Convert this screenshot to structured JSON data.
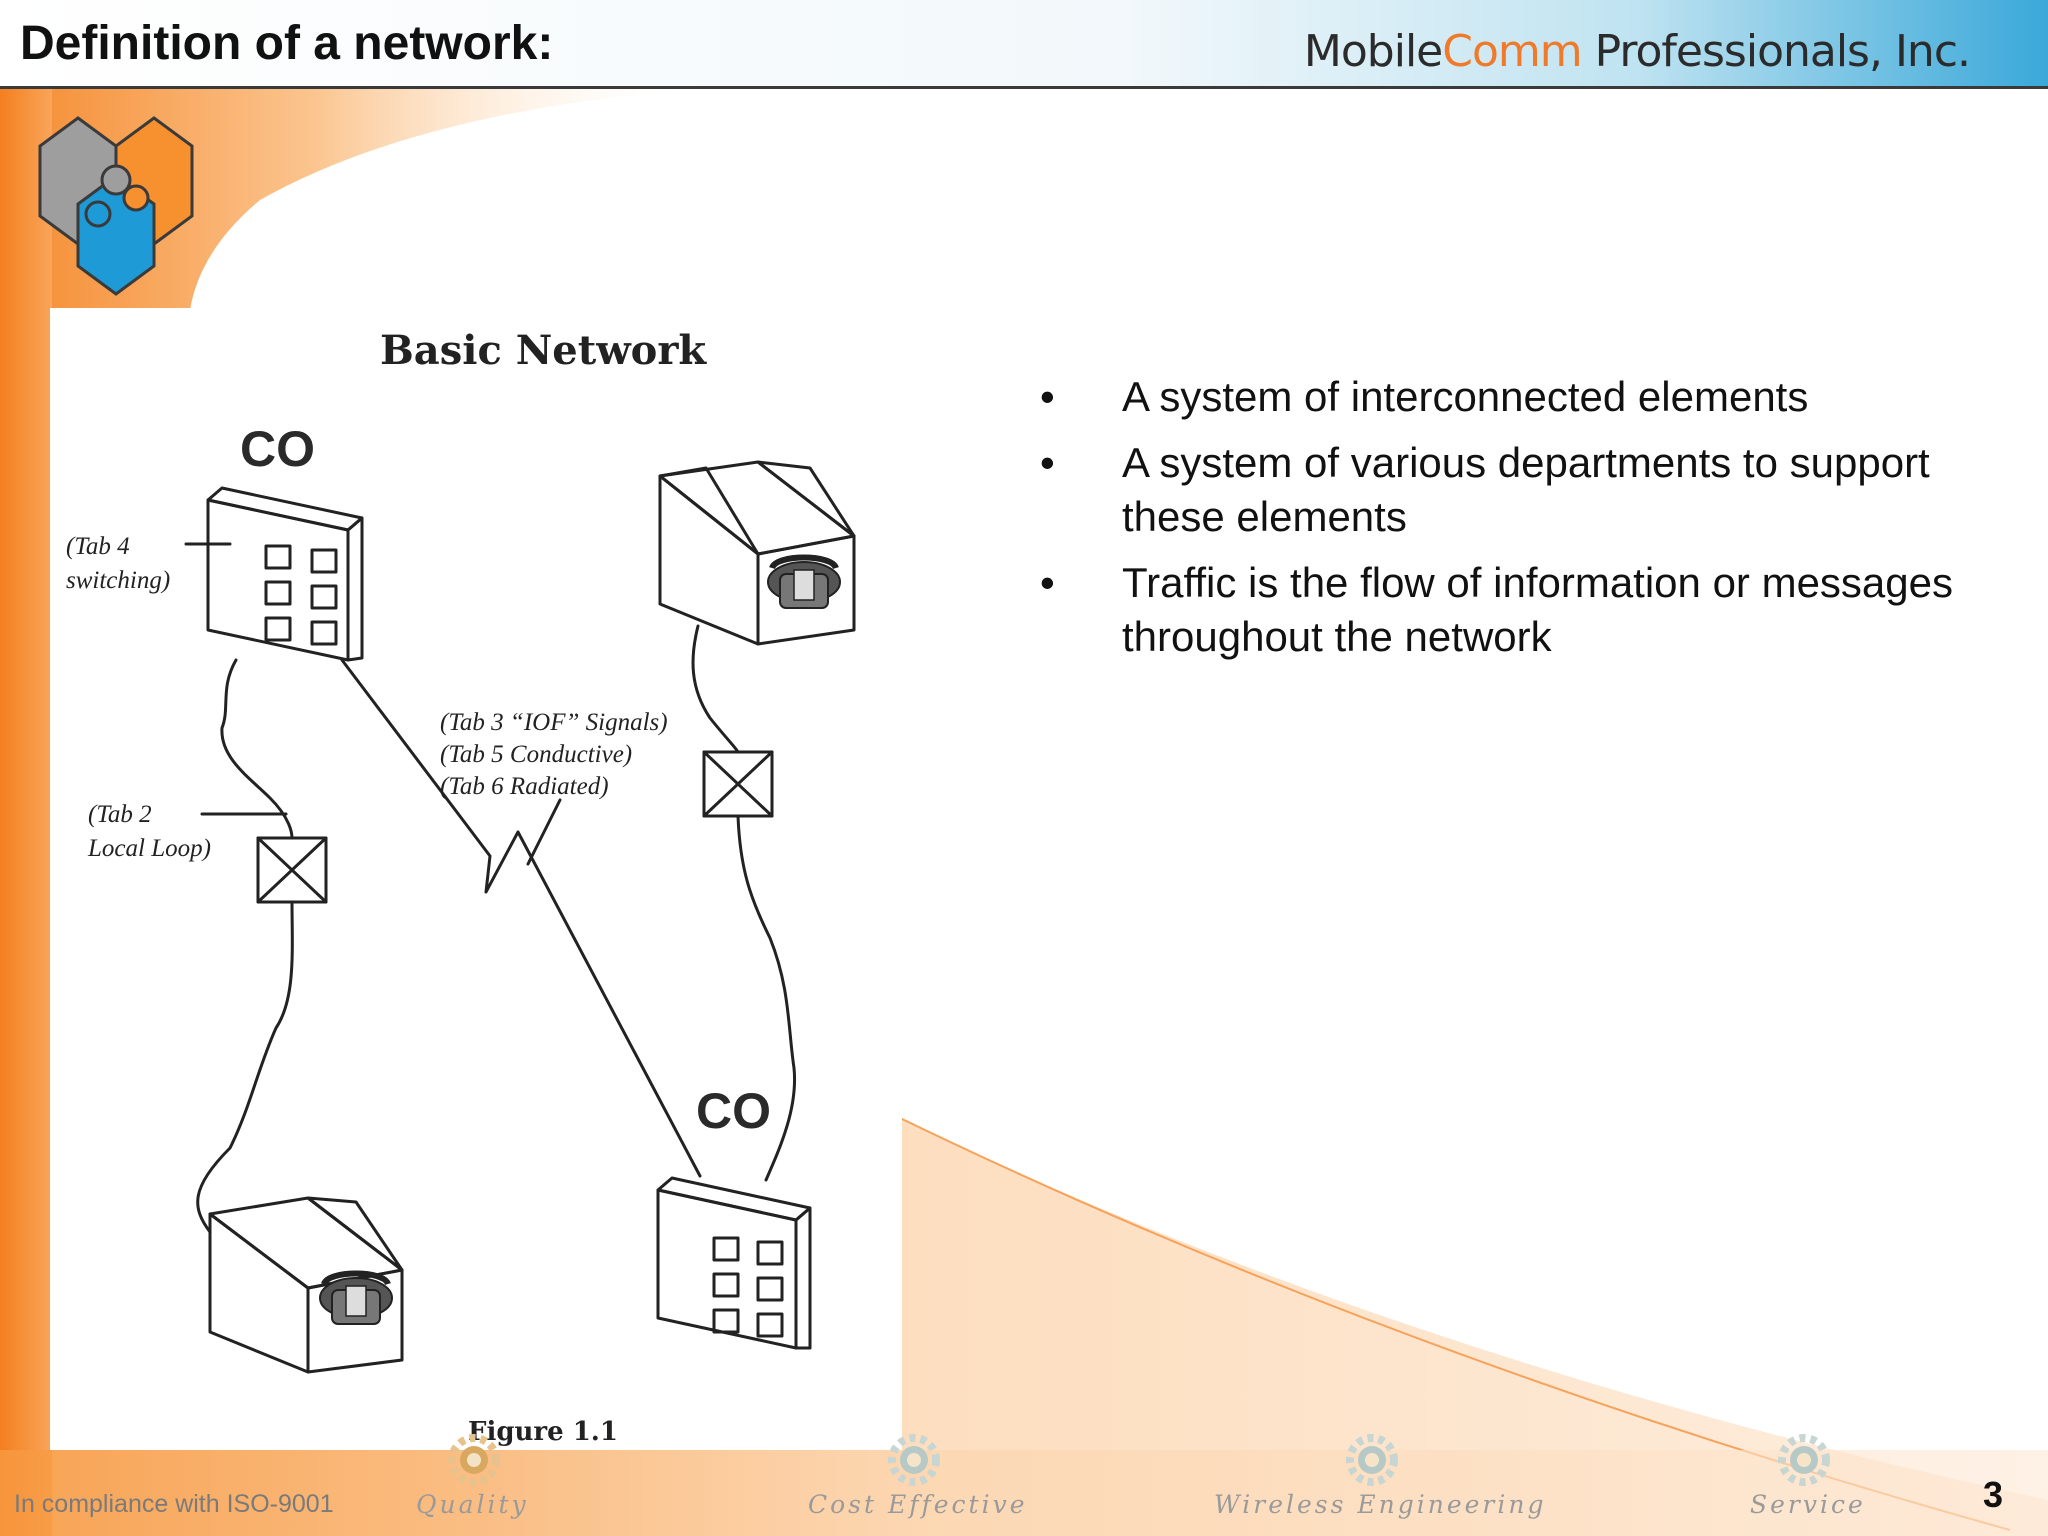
{
  "slide": {
    "title": "Definition of a network:",
    "brand": {
      "part1": "Mobile",
      "part2": "Comm",
      "part3": " Professionals, Inc."
    },
    "page_number": "3"
  },
  "figure": {
    "title": "Basic Network",
    "co_top": "CO",
    "co_bottom": "CO",
    "tab4_line1": "(Tab 4",
    "tab4_line2": "switching)",
    "tab2_line1": "(Tab 2",
    "tab2_line2": "Local Loop)",
    "signals_line1": "(Tab 3 “IOF” Signals)",
    "signals_line2": "(Tab 5 Conductive)",
    "signals_line3": "(Tab 6 Radiated)",
    "caption": "Figure 1.1"
  },
  "bullets": [
    {
      "marker": "•",
      "text": "A system of interconnected elements"
    },
    {
      "marker": "•",
      "text": "A system of various departments to support these elements"
    },
    {
      "marker": "•",
      "text": "Traffic is the flow of information or messages throughout the network"
    }
  ],
  "footer": {
    "compliance": "In compliance with ISO-9001",
    "items": [
      "Quality",
      "Cost Effective",
      "Wireless Engineering",
      "Service"
    ]
  },
  "colors": {
    "accent_orange": "#f7862a",
    "accent_blue": "#1e9ad6",
    "logo_gray": "#9a9a9a"
  },
  "icons": [
    "puzzle-logo-icon",
    "telephone-icon",
    "gear-icon"
  ]
}
